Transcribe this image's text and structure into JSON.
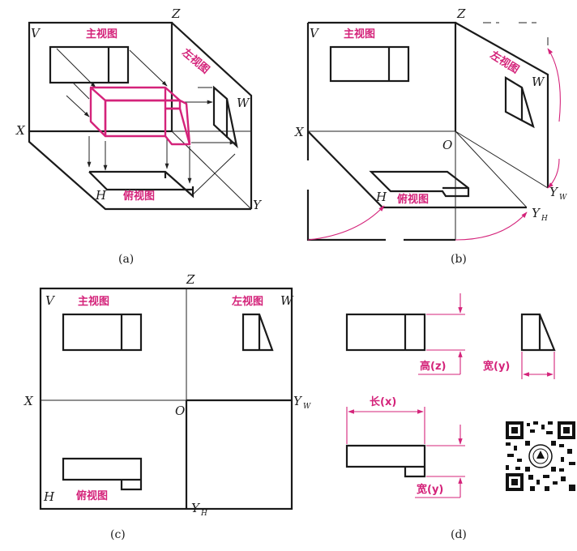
{
  "panel_a": {
    "axis_v": "V",
    "axis_z": "Z",
    "axis_w": "W",
    "axis_x": "X",
    "axis_h": "H",
    "axis_y": "Y",
    "front_view": "主视图",
    "left_view": "左视图",
    "top_view": "俯视图",
    "caption": "(a)"
  },
  "panel_b": {
    "axis_v": "V",
    "axis_z": "Z",
    "axis_w": "W",
    "axis_x": "X",
    "axis_o": "O",
    "axis_h": "H",
    "axis_yw": "Y",
    "axis_yw_sub": "W",
    "axis_yh": "Y",
    "axis_yh_sub": "H",
    "front_view": "主视图",
    "left_view": "左视图",
    "top_view": "俯视图",
    "caption": "(b)"
  },
  "panel_c": {
    "axis_v": "V",
    "axis_z": "Z",
    "axis_w": "W",
    "axis_x": "X",
    "axis_o": "O",
    "axis_h": "H",
    "axis_yw": "Y",
    "axis_yw_sub": "W",
    "axis_yh": "Y",
    "axis_yh_sub": "H",
    "front_view": "主视图",
    "left_view": "左视图",
    "top_view": "俯视图",
    "caption": "(c)"
  },
  "panel_d": {
    "height_label": "高(z)",
    "width_label_side": "宽(y)",
    "length_label": "长(x)",
    "width_label_top": "宽(y)",
    "caption": "(d)"
  },
  "colors": {
    "accent": "#d4237a",
    "line": "#1a1a1a"
  },
  "icons": {
    "qr": "qr-code-icon"
  }
}
